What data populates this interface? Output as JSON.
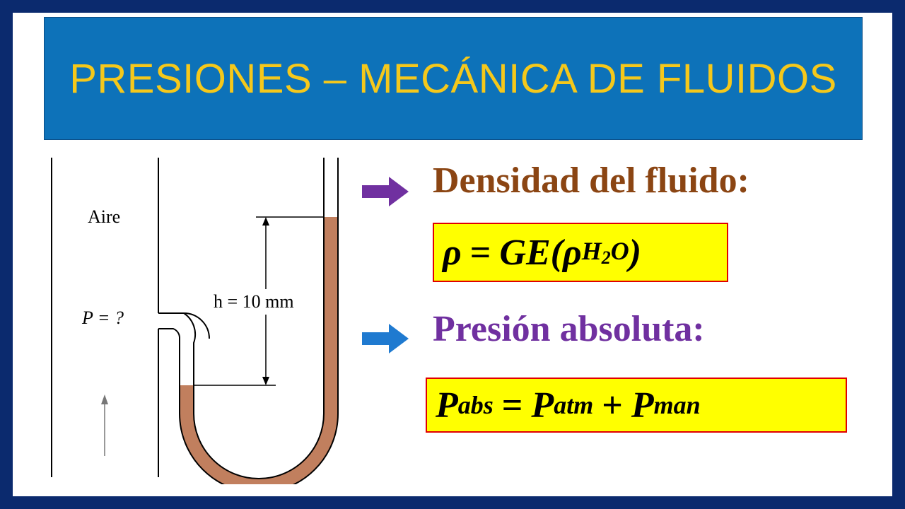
{
  "banner": {
    "title": "PRESIONES – MECÁNICA DE FLUIDOS"
  },
  "diagram": {
    "air_label": "Aire",
    "pressure_label": "P = ?",
    "height_label": "h = 10 mm"
  },
  "sections": {
    "density_heading": "Densidad del fluido:",
    "pressure_heading": "Presión absoluta:"
  },
  "formulas": {
    "density": {
      "lhs": "ρ",
      "eq": "=",
      "rhs_main": "GE(ρ",
      "sub_main": "H",
      "sub_index": "2",
      "sub_end": "O",
      "close": ")"
    },
    "pressure": {
      "lhs": "P",
      "lhs_sub": "abs",
      "eq": "=",
      "t1": "P",
      "t1_sub": "atm",
      "plus": "+",
      "t2": "P",
      "t2_sub": "man"
    }
  },
  "colors": {
    "frame": "#0b2a6e",
    "banner_bg": "#0d72b9",
    "banner_text": "#f5c81b",
    "fluid": "#c17f5e",
    "density_heading": "#8b4513",
    "pressure_heading": "#7030a0",
    "arrow_purple": "#7030a0",
    "arrow_blue": "#1f7ad0",
    "formula_bg": "#ffff00",
    "formula_border": "#e00000"
  }
}
